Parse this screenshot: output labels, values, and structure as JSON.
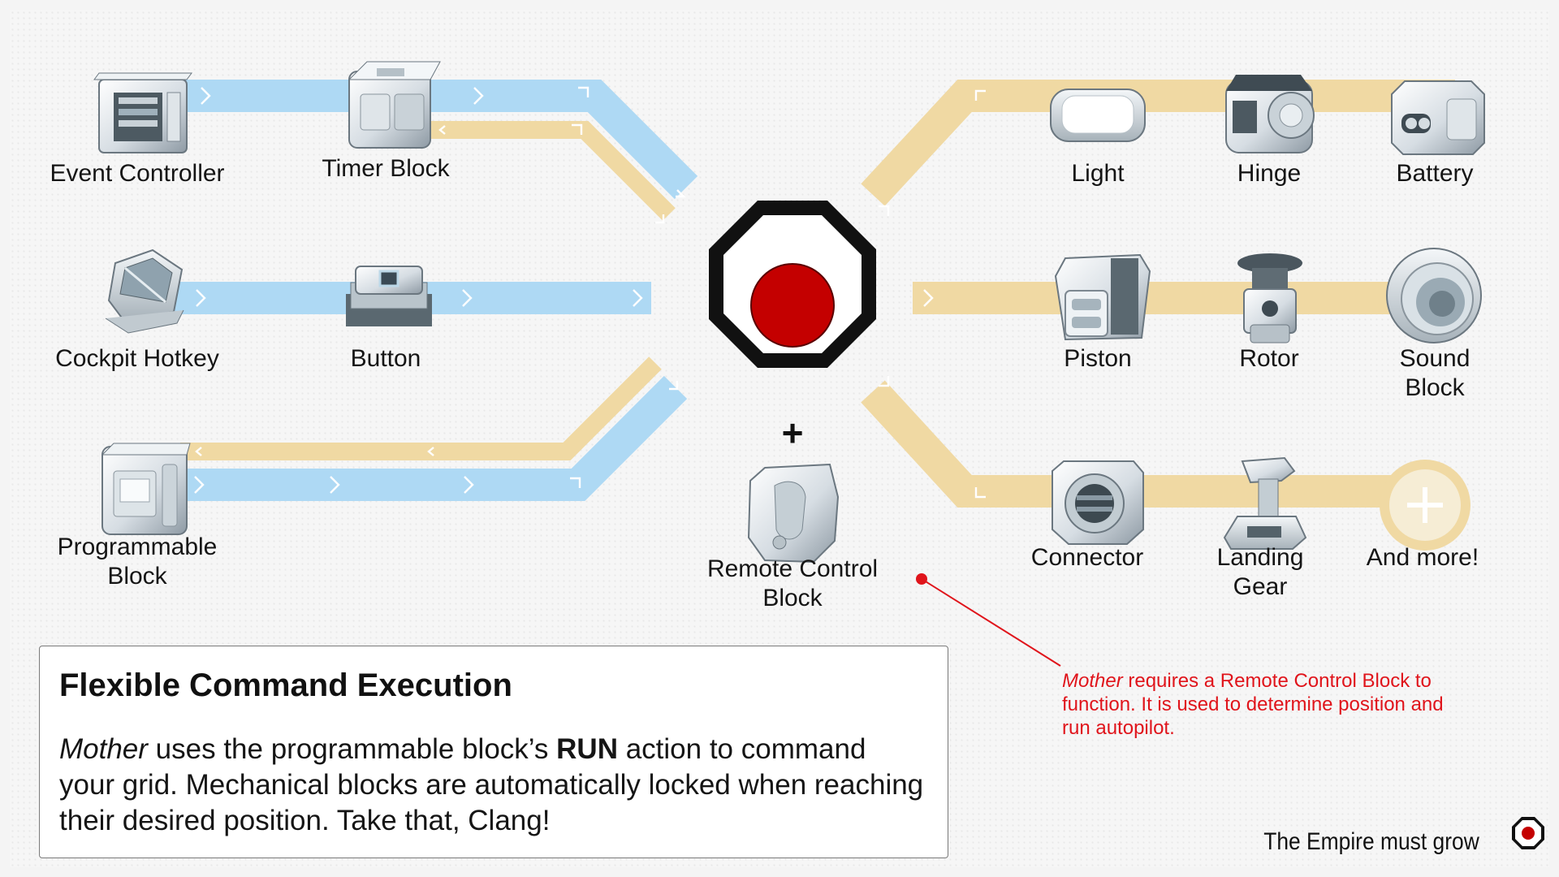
{
  "inputs": [
    {
      "id": "event-controller",
      "label": "Event Controller"
    },
    {
      "id": "timer-block",
      "label": "Timer Block"
    },
    {
      "id": "cockpit-hotkey",
      "label": "Cockpit Hotkey"
    },
    {
      "id": "button",
      "label": "Button"
    },
    {
      "id": "programmable-block",
      "label": "Programmable Block"
    }
  ],
  "center": {
    "remote_control_label": "Remote Control Block",
    "plus_sign": "+"
  },
  "outputs": [
    {
      "id": "light",
      "label": "Light"
    },
    {
      "id": "hinge",
      "label": "Hinge"
    },
    {
      "id": "battery",
      "label": "Battery"
    },
    {
      "id": "piston",
      "label": "Piston"
    },
    {
      "id": "rotor",
      "label": "Rotor"
    },
    {
      "id": "sound-block",
      "label": "Sound Block"
    },
    {
      "id": "connector",
      "label": "Connector"
    },
    {
      "id": "landing-gear",
      "label": "Landing Gear"
    },
    {
      "id": "and-more",
      "label": "And more!"
    }
  ],
  "info": {
    "title": "Flexible Command Execution",
    "body_em": "Mother",
    "body_1": " uses the programmable block’s ",
    "body_strong": "RUN",
    "body_2": " action to command your grid.  Mechanical blocks are automatically locked when reaching their desired position. Take that, Clang!"
  },
  "note": {
    "em": "Mother",
    "text": " requires a Remote Control Block to function.  It is used to determine position and run autopilot."
  },
  "tagline": "The Empire must grow",
  "colors": {
    "blue_path": "#aed9f4",
    "yellow_path": "#f0d9a3",
    "logo_red": "#c40000",
    "note_red": "#e0141b"
  }
}
